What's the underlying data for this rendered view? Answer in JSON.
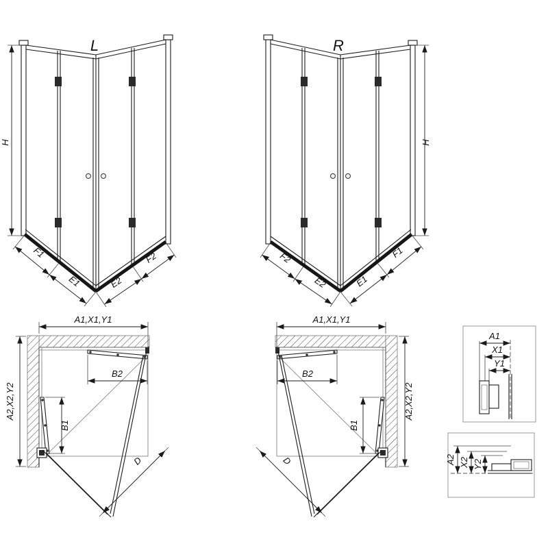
{
  "views": {
    "l": {
      "title": "L",
      "height": "H",
      "segments": [
        "F1",
        "E1",
        "E2",
        "F2"
      ]
    },
    "r": {
      "title": "R",
      "height": "H",
      "segments": [
        "F2",
        "E2",
        "E1",
        "F1"
      ]
    }
  },
  "plans": {
    "l": {
      "top": "A1,X1,Y1",
      "side": "A2,X2,Y2",
      "door_top": "B2",
      "door_side": "B1",
      "diagonal": "D"
    },
    "r": {
      "top": "A1,X1,Y1",
      "side": "A2,X2,Y2",
      "door_top": "B2",
      "door_side": "B1",
      "diagonal": "D"
    }
  },
  "details": {
    "top": {
      "labels": [
        "A1",
        "X1",
        "Y1"
      ]
    },
    "bottom": {
      "labels": [
        "A2",
        "X2",
        "Y2"
      ]
    }
  }
}
